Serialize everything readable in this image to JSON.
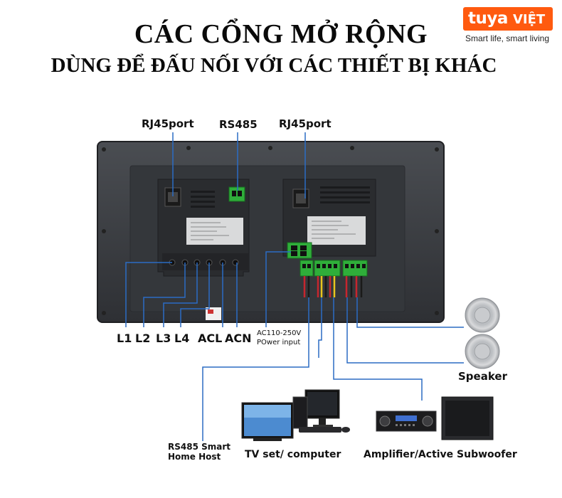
{
  "heading": {
    "line1": "CÁC CỔNG MỞ RỘNG",
    "line2": "DÙNG ĐỂ ĐẤU NỐI VỚI CÁC THIẾT BỊ KHÁC"
  },
  "logo": {
    "brand": "tuya",
    "country": "VIỆT",
    "slogan": "Smart life, smart living",
    "color": "#ff5a0f"
  },
  "ports": {
    "rj45_left": "RJ45port",
    "rs485": "RS485",
    "rj45_right": "RJ45port",
    "l1": "L1",
    "l2": "L2",
    "l3": "L3",
    "l4": "L4",
    "acl": "ACL",
    "acn": "ACN",
    "power_line1": "AC110-250V",
    "power_line2": "POwer input"
  },
  "devices": {
    "speaker": "Speaker",
    "host_line1": "RS485 Smart",
    "host_line2": "Home Host",
    "tv": "TV set/  computer",
    "amp": "Amplifier/Active Subwoofer"
  },
  "colors": {
    "line_blue": "#2b6cc4",
    "terminal_green": "#2fae3a",
    "panel_dark": "#3a3d42"
  }
}
